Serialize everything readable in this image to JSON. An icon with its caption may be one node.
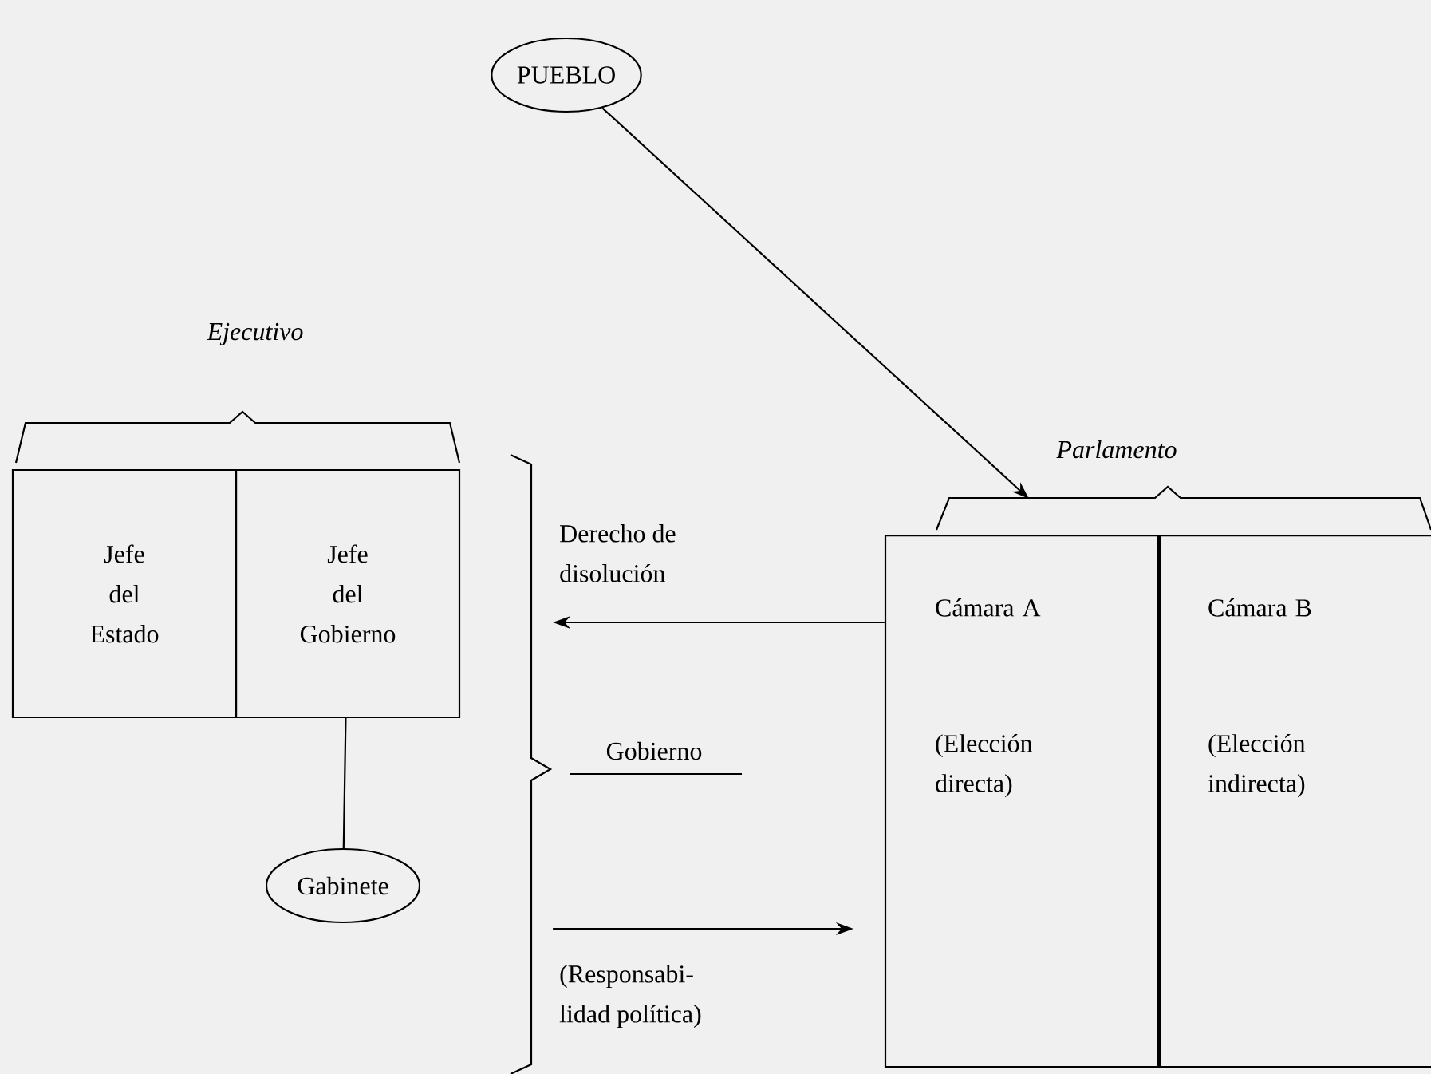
{
  "diagram": {
    "nodes": [
      {
        "text": [
          "PUEBLO"
        ]
      },
      {
        "text": [
          "Jefe del Estado"
        ]
      },
      {
        "text": [
          "Jefe del Gobierno"
        ]
      },
      {
        "text": [
          "Parlamento"
        ]
      },
      {
        "text": [
          "Cámara A",
          "(Elección directa)"
        ]
      },
      {
        "text": [
          "Cámara B",
          "(Elección indirecta)"
        ]
      },
      {
        "text": [],
        "shape": "bracket"
      },
      {
        "text": [
          "Gabinete"
        ]
      }
    ],
    "edges": [
      {
        "from": 0,
        "to": 3,
        "arrow": "to"
      },
      {
        "from": 4,
        "to": 6,
        "arrow": "to",
        "label": "Derecho de disolución"
      },
      {
        "from": 2,
        "to": 7,
        "arrow": "none"
      },
      {
        "from": 6,
        "to": 4,
        "arrow": "to",
        "label": "(Responsabi-lidad política)"
      }
    ],
    "labels": [
      "Ejecutivo",
      "Gobierno"
    ]
  }
}
